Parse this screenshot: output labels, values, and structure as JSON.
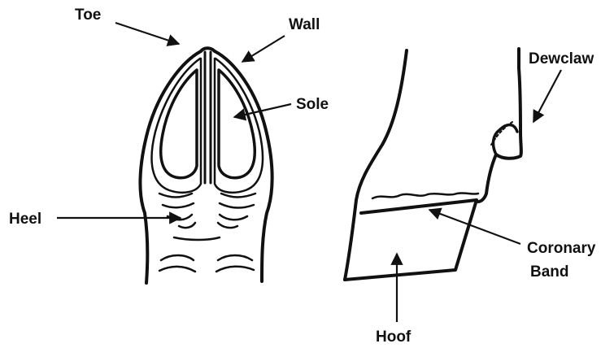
{
  "labels": {
    "toe": "Toe",
    "wall": "Wall",
    "sole": "Sole",
    "heel": "Heel",
    "dewclaw": "Dewclaw",
    "coronary_line1": "Coronary",
    "coronary_line2": "Band",
    "hoof": "Hoof"
  },
  "colors": {
    "ink": "#111111",
    "background": "#ffffff"
  }
}
